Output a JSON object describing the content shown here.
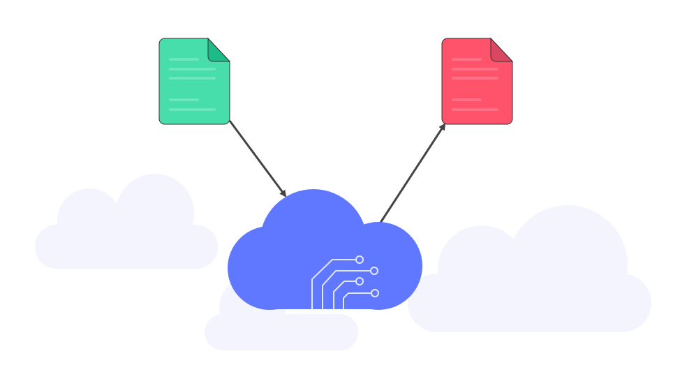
{
  "colors": {
    "background": "#ffffff",
    "bg_cloud": "#f3f4fe",
    "main_cloud": "#6078ff",
    "source_doc": "#48deac",
    "source_doc_fold": "#1dbb88",
    "target_doc": "#ff526b",
    "target_doc_fold": "#da4760",
    "arrow": "#444444",
    "circuit": "#e4e8ff"
  },
  "diagram": {
    "nodes": [
      {
        "id": "source-document",
        "icon": "document-icon"
      },
      {
        "id": "cloud-service",
        "icon": "cloud-circuit-icon"
      },
      {
        "id": "target-document",
        "icon": "document-icon"
      }
    ],
    "edges": [
      {
        "from": "source-document",
        "to": "cloud-service"
      },
      {
        "from": "cloud-service",
        "to": "target-document"
      }
    ]
  }
}
